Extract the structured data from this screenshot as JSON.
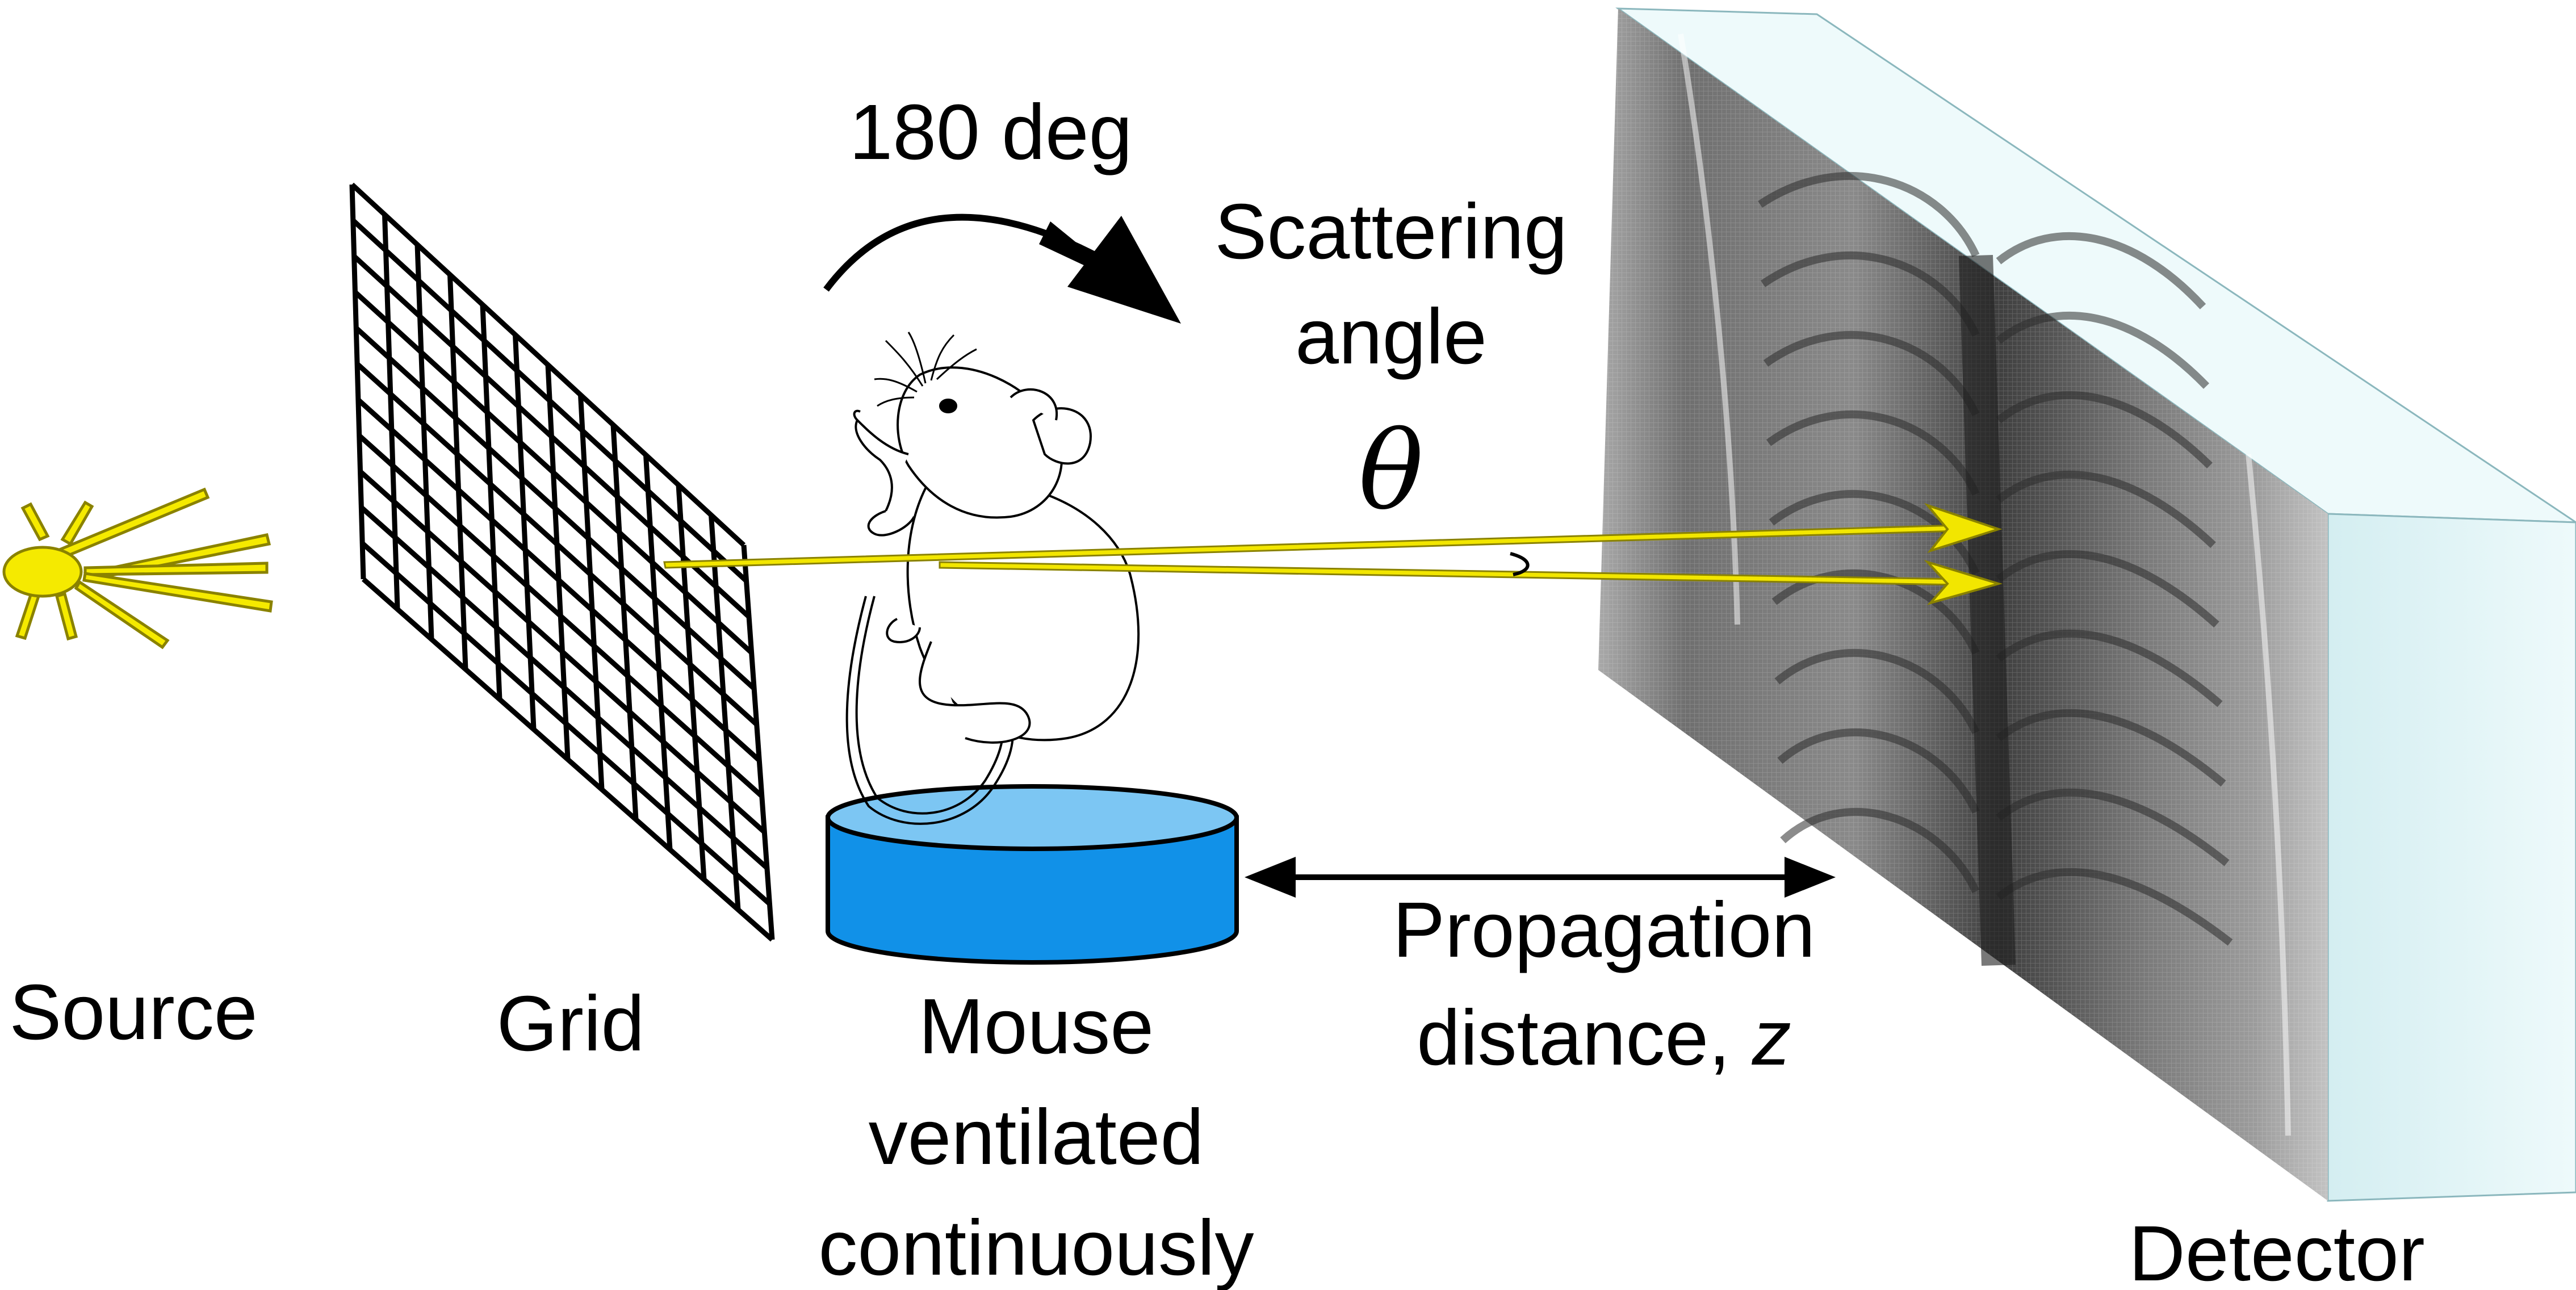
{
  "labels": {
    "source": "Source",
    "grid": "Grid",
    "mouse_line1": "Mouse",
    "mouse_line2": "ventilated",
    "mouse_line3": "continuously",
    "rotation": "180 deg",
    "scatter_line1": "Scattering",
    "scatter_line2": "angle",
    "theta": "θ",
    "propagation_line1": "Propagation",
    "propagation_line2_text": "distance, ",
    "propagation_line2_var": "z",
    "detector": "Detector"
  },
  "colors": {
    "beam": "#f2e600",
    "beam_outline": "#8a8200",
    "source": "#f5ea00",
    "stage_side": "#1191e8",
    "stage_top": "#7cc6f3",
    "detector_side": "#dff3f5",
    "grid_line": "#000000",
    "text": "#000000"
  },
  "icons": {
    "source": "sun-icon",
    "mouse": "mouse-illustration",
    "detector_image": "chest-xray-image"
  }
}
